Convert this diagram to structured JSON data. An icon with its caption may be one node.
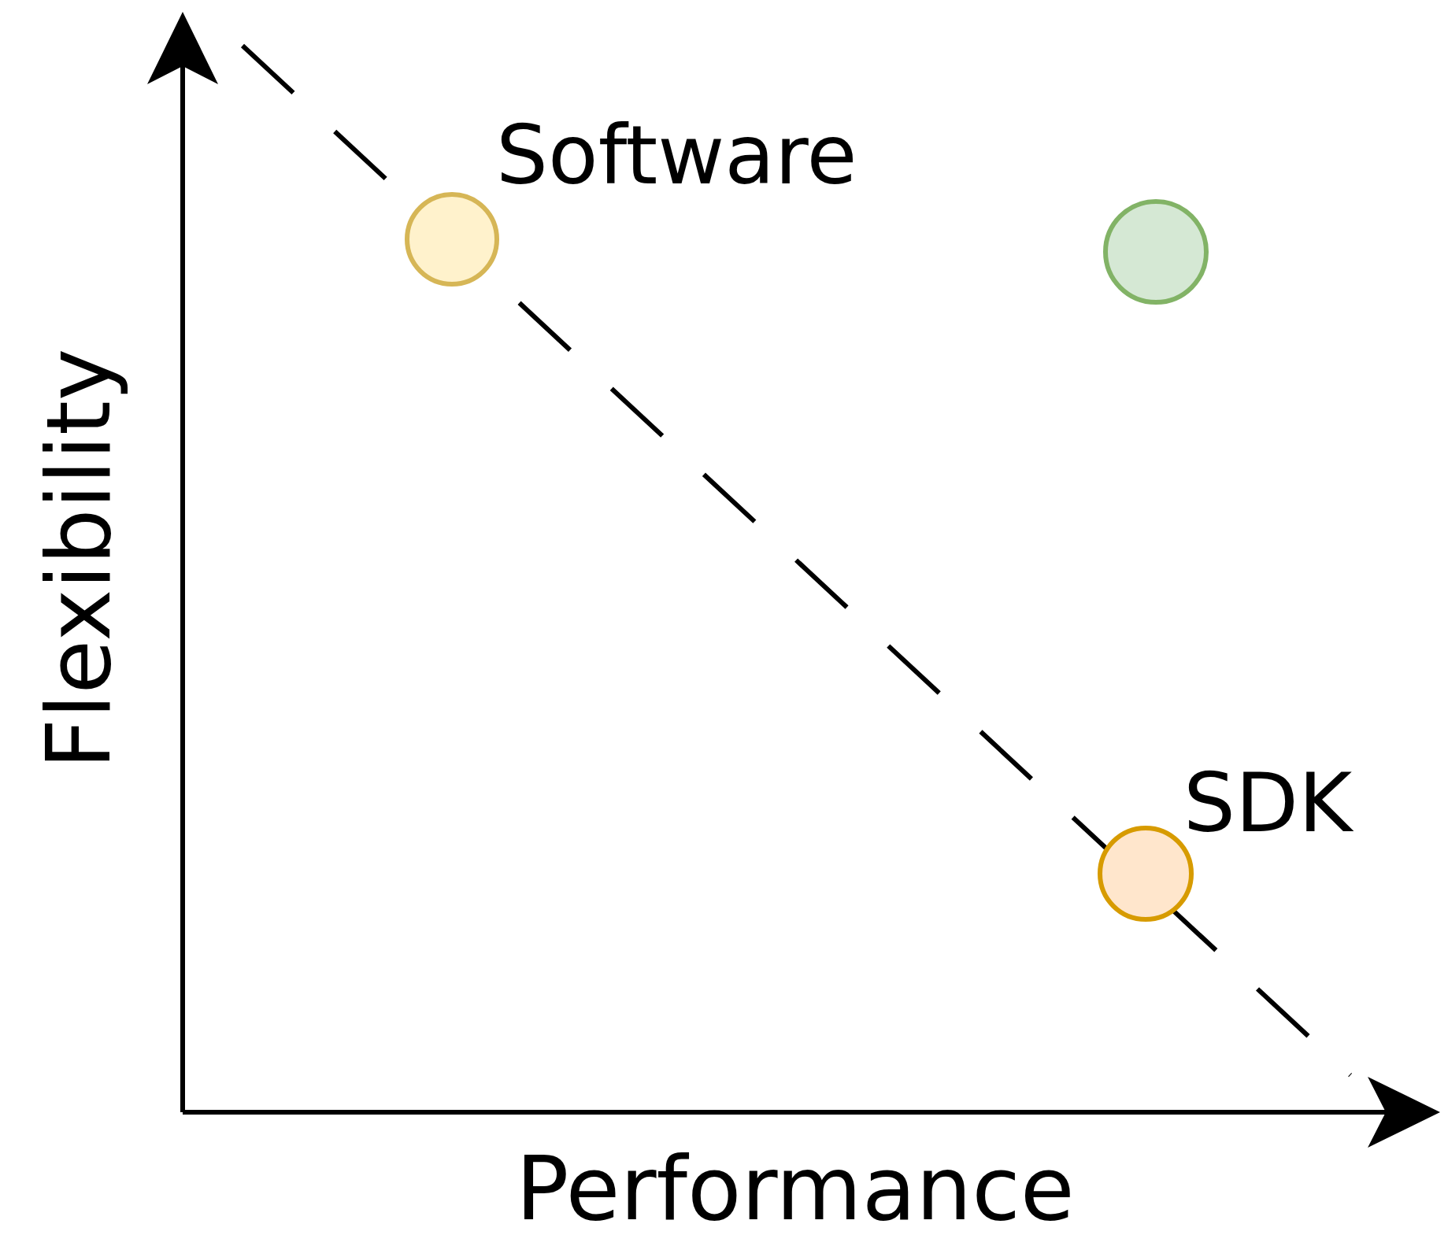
{
  "diagram": {
    "nodes": [
      {
        "text": [],
        "shape": "circle",
        "beside": [
          "Software"
        ]
      },
      {
        "text": [],
        "shape": "circle"
      },
      {
        "text": [],
        "shape": "circle",
        "beside": [
          "SDK"
        ]
      }
    ],
    "labels": [
      "Flexibility",
      "Performance"
    ]
  }
}
